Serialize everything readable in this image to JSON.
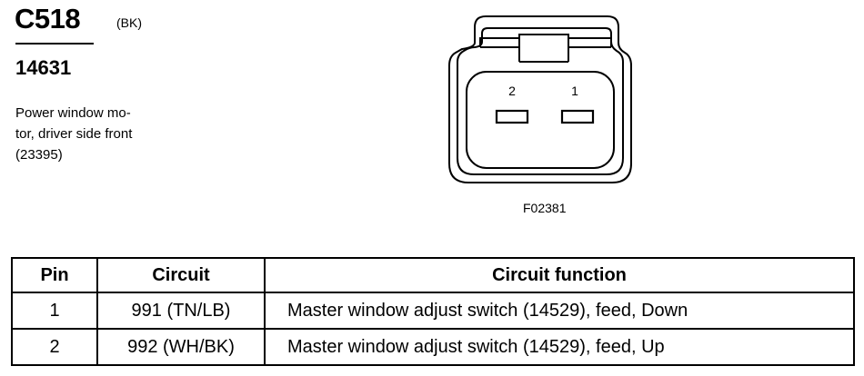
{
  "connector": {
    "id": "C518",
    "color": "(BK)",
    "part_number": "14631",
    "description_lines": [
      "Power window mo-",
      "tor, driver side front",
      "(23395)"
    ]
  },
  "diagram": {
    "pin_labels": [
      "2",
      "1"
    ],
    "figure_ref": "F02381"
  },
  "table": {
    "headers": [
      "Pin",
      "Circuit",
      "Circuit function"
    ],
    "rows": [
      {
        "pin": "1",
        "circuit": "991 (TN/LB)",
        "function": "Master window adjust switch (14529), feed, Down"
      },
      {
        "pin": "2",
        "circuit": "992 (WH/BK)",
        "function": "Master window adjust switch (14529), feed, Up"
      }
    ]
  }
}
